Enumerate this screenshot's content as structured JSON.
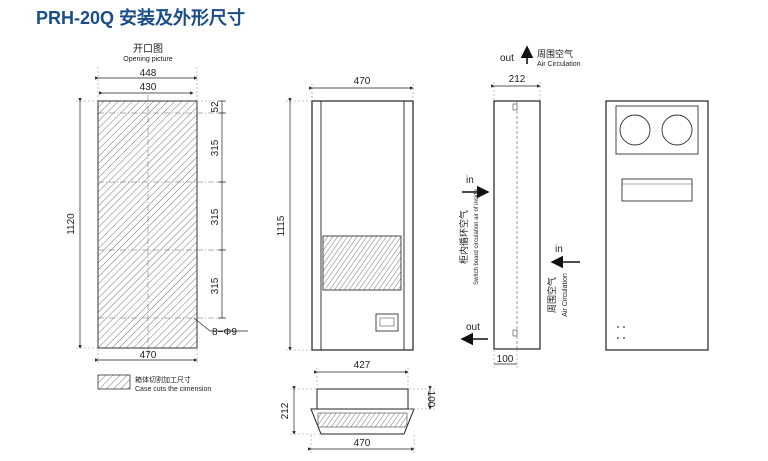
{
  "title": "PRH-20Q 安装及外形尺寸",
  "opening": {
    "label_cn": "开口图",
    "label_en": "Opening picture",
    "dim_outer_width": "448",
    "dim_inner_width": "430",
    "dim_height": "1120",
    "dim_bottom_width": "470",
    "dim_top_offset": "52",
    "dim_seg1": "315",
    "dim_seg2": "315",
    "dim_seg3": "315",
    "holes": "8−Φ9"
  },
  "legend": {
    "cn": "箱体切割加工尺寸",
    "en": "Case cuts the cimension"
  },
  "front": {
    "dim_width": "470",
    "dim_height": "1115"
  },
  "bottom_view": {
    "dim_inner_width": "427",
    "dim_height_left": "212",
    "dim_height_right": "100",
    "dim_width": "470"
  },
  "side": {
    "dim_depth": "212",
    "dim_lower": "100",
    "out_top_label": "out",
    "out_top_cn": "周围空气",
    "out_top_en": "Air Circulation",
    "in_label": "in",
    "out_bottom_label": "out",
    "inside_cn": "柜内循环空气",
    "inside_en": "Switch board circulation air of inside"
  },
  "back": {
    "in_label": "in",
    "air_cn": "周围空气",
    "air_en": "Air Circulation"
  }
}
